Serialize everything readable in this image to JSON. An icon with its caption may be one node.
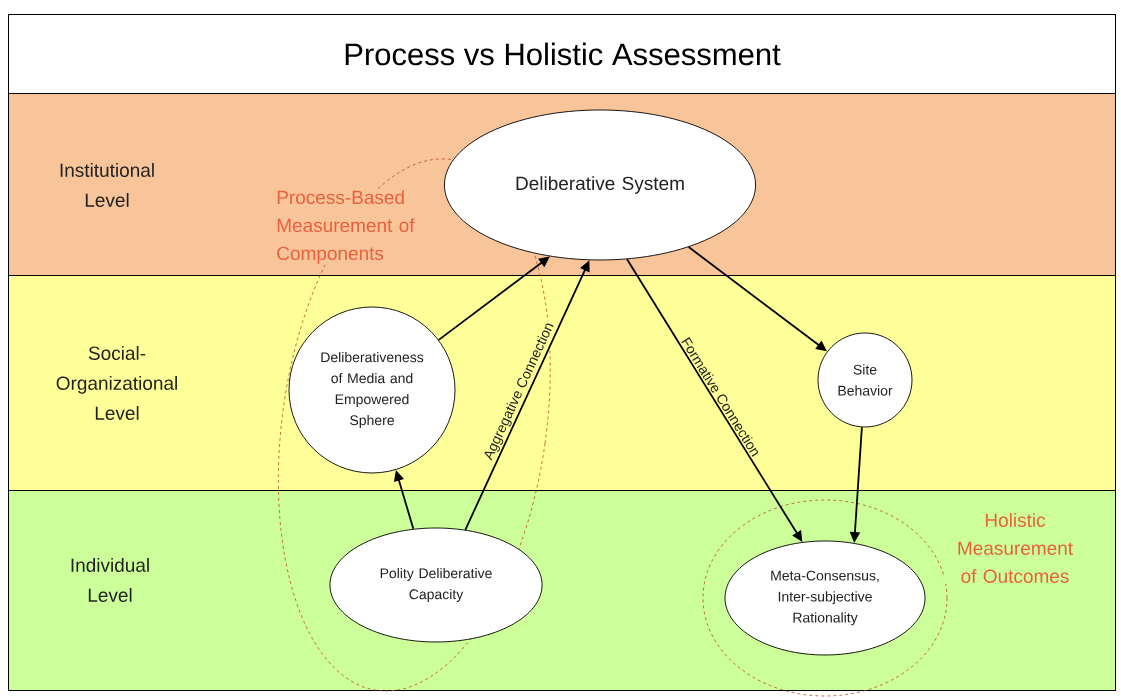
{
  "diagram": {
    "title": "Process vs Holistic Assessment",
    "nodes": [
      {
        "text": [
          "Institutional Level"
        ]
      },
      {
        "text": [
          "Deliberative System"
        ],
        "in": 0
      },
      {
        "text": [
          "Social- Organizational Level"
        ]
      },
      {
        "text": [
          "Deliberativeness of Media and Empowered Sphere"
        ],
        "in": 2
      },
      {
        "text": [
          "Site Behavior"
        ],
        "in": 2
      },
      {
        "text": [
          "Individual Level"
        ]
      },
      {
        "text": [
          "Polity Deliberative Capacity"
        ],
        "in": 5
      },
      {
        "text": [
          "Meta-Consensus, Inter-subjective Rationality"
        ],
        "in": 5
      }
    ],
    "edges": [
      {
        "from": 3,
        "to": 1,
        "arrow": "to"
      },
      {
        "from": 6,
        "to": 1,
        "arrow": "to",
        "label": "Aggregative Connection"
      },
      {
        "from": 1,
        "to": 7,
        "arrow": "to",
        "label": "Formative Connection"
      },
      {
        "from": 1,
        "to": 4,
        "arrow": "to"
      },
      {
        "from": 4,
        "to": 7,
        "arrow": "to"
      },
      {
        "from": 6,
        "to": 3,
        "arrow": "to"
      }
    ],
    "labels": [
      "Process-Based Measurement of Components",
      "Holistic Measurement of Outcomes"
    ]
  }
}
